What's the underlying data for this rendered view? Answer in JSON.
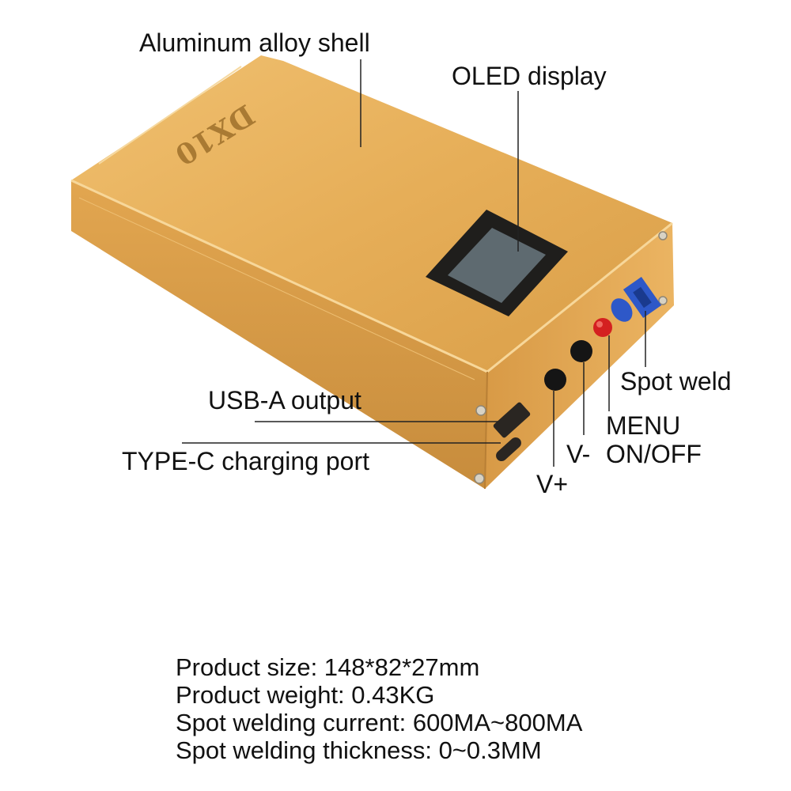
{
  "callouts": {
    "shell": "Aluminum alloy shell",
    "oled": "OLED display",
    "usb_a": "USB-A output",
    "type_c": "TYPE-C charging port",
    "spot_weld": "Spot weld",
    "menu": "MENU",
    "on_off": "ON/OFF",
    "v_minus": "V-",
    "v_plus": "V+"
  },
  "device": {
    "brand_mark": "DX10",
    "body_color": "#E1A54D",
    "menu_button_color": "#D42020",
    "port_color": "#2E58C8"
  },
  "specs": [
    "Product size: 148*82*27mm",
    "Product weight: 0.43KG",
    "Spot welding current: 600MA~800MA",
    "Spot welding thickness: 0~0.3MM"
  ]
}
